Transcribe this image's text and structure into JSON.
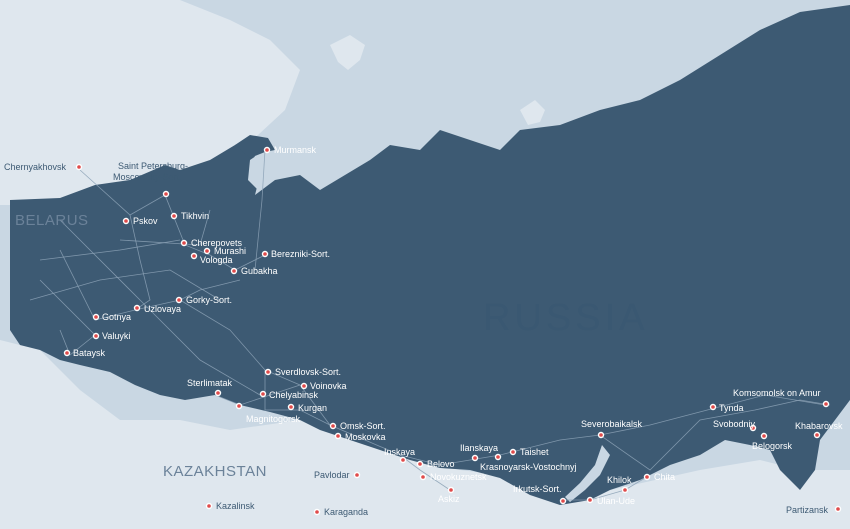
{
  "map": {
    "country_labels": {
      "russia": "RUSSIA",
      "belarus": "BELARUS",
      "kazakhstan": "KAZAKHSTAN"
    },
    "cities": [
      {
        "name": "Murmansk"
      },
      {
        "name": "Saint Petersburg-"
      },
      {
        "name": "Moscowsky-Sort."
      },
      {
        "name": "Chernyakhovsk"
      },
      {
        "name": "Pskov"
      },
      {
        "name": "Tikhvin"
      },
      {
        "name": "Cherepovets"
      },
      {
        "name": "Murashi"
      },
      {
        "name": "Vologda"
      },
      {
        "name": "Berezniki-Sort."
      },
      {
        "name": "Gubakha"
      },
      {
        "name": "Gorky-Sort."
      },
      {
        "name": "Uzlovaya"
      },
      {
        "name": "Gotnya"
      },
      {
        "name": "Valuyki"
      },
      {
        "name": "Bataysk"
      },
      {
        "name": "Sverdlovsk-Sort."
      },
      {
        "name": "Voinovka"
      },
      {
        "name": "Sterlimatak"
      },
      {
        "name": "Chelyabinsk"
      },
      {
        "name": "Kurgan"
      },
      {
        "name": "Magnitogorsk"
      },
      {
        "name": "Omsk-Sort."
      },
      {
        "name": "Moskovka"
      },
      {
        "name": "Inskaya"
      },
      {
        "name": "Belovo"
      },
      {
        "name": "Novokuznetsk"
      },
      {
        "name": "Askiz"
      },
      {
        "name": "Ilanskaya"
      },
      {
        "name": "Taishet"
      },
      {
        "name": "Krasnoyarsk-Vostochnyj"
      },
      {
        "name": "Irkutsk-Sort."
      },
      {
        "name": "Ulan-Ude"
      },
      {
        "name": "Severobaikalsk"
      },
      {
        "name": "Khilok"
      },
      {
        "name": "Chita"
      },
      {
        "name": "Tynda"
      },
      {
        "name": "Svobodniy"
      },
      {
        "name": "Belogorsk"
      },
      {
        "name": "Komsomolsk on Amur"
      },
      {
        "name": "Khabarovsk"
      },
      {
        "name": "Partizansk"
      },
      {
        "name": "Pavlodar"
      },
      {
        "name": "Kazalinsk"
      },
      {
        "name": "Karaganda"
      }
    ],
    "colors": {
      "land_russia": "#3d5a73",
      "land_other": "#dfe7ee",
      "sea": "#c9d7e3",
      "rail_lines": "#8ba1b5",
      "station_marker": "#e04b4b"
    }
  }
}
